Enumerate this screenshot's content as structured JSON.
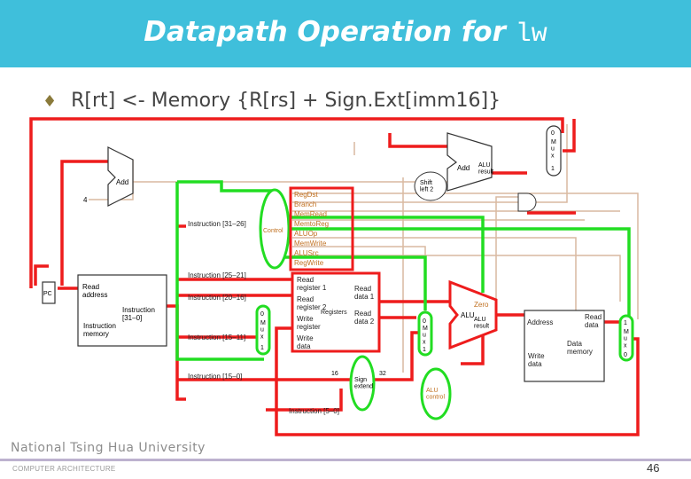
{
  "slide": {
    "title_main": "Datapath Operation for ",
    "title_code": "lw",
    "bullet_text": "R[rt]  <-  Memory {R[rs] + Sign.Ext[imm16]}",
    "footer_university": "National  Tsing  Hua  University",
    "footer_dept": "COMPUTER    ARCHITECTURE",
    "page_number": "46"
  },
  "diagram": {
    "colors": {
      "active_path": "#ee1c1c",
      "active_block": "#22dd22",
      "inactive": "#d9b9a0",
      "block_stroke": "#333333"
    },
    "pc": "PC",
    "add_top": "Add",
    "add_four": "4",
    "add_branch": "Add",
    "alu_result_top": "ALU\nresult",
    "shift_left": "Shift\nleft 2",
    "instruction_memory": {
      "read_address": "Read\naddress",
      "instruction": "Instruction\n[31–0]",
      "name": "Instruction\nmemory"
    },
    "instruction_fields": [
      "Instruction [31–26]",
      "Instruction [25–21]",
      "Instruction [20–16]",
      "Instruction [15–11]",
      "Instruction [15–0]",
      "Instruction [5–0]"
    ],
    "control": "Control",
    "control_signals": [
      "RegDst",
      "Branch",
      "MemRead",
      "MemtoReg",
      "ALUOp",
      "MemWrite",
      "ALUSrc",
      "RegWrite"
    ],
    "registers": {
      "read_reg1": "Read\nregister 1",
      "read_reg2": "Read\nregister 2",
      "write_reg": "Write\nregister",
      "write_data": "Write\ndata",
      "read_data1": "Read\ndata 1",
      "read_data2": "Read\ndata 2",
      "name": "Registers"
    },
    "sign_extend": "Sign\nextend",
    "bits_16": "16",
    "bits_32": "32",
    "alu": {
      "zero": "Zero",
      "label": "ALU",
      "result": "ALU\nresult"
    },
    "alu_control": "ALU\ncontrol",
    "data_memory": {
      "address": "Address",
      "read_data": "Read\ndata",
      "write_data": "Write\ndata",
      "name": "Data\nmemory"
    },
    "mux": {
      "label": "M\nu\nx",
      "zero": "0",
      "one": "1"
    }
  }
}
